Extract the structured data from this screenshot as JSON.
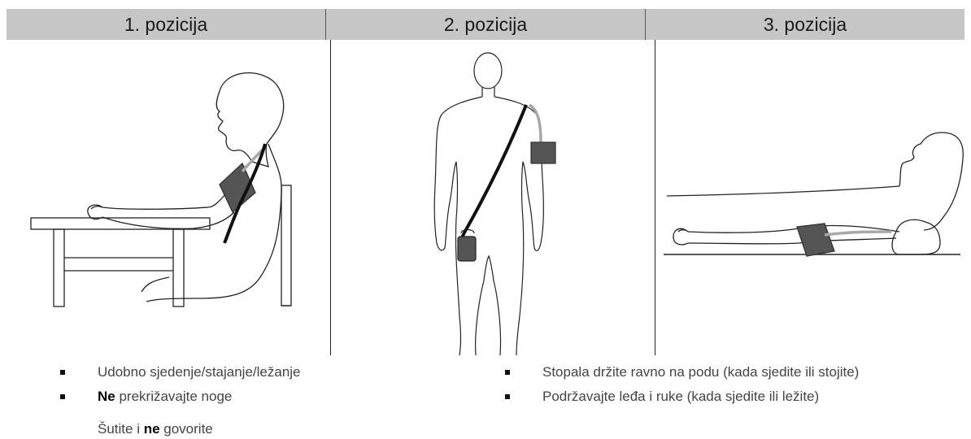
{
  "headers": [
    "1. pozicija",
    "2. pozicija",
    "3. pozicija"
  ],
  "panels": [
    {
      "illustration": "seated-arm-on-table"
    },
    {
      "illustration": "standing-with-shoulder-bag"
    },
    {
      "illustration": "lying-supine"
    }
  ],
  "left_bullets": {
    "item1": "Udobno sjedenje/stajanje/ležanje",
    "item2_bold": "Ne",
    "item2_rest": " prekrižavajte noge",
    "line3_pre": "Šutite i ",
    "line3_bold": "ne",
    "line3_post": " govorite"
  },
  "right_bullets": [
    "Stopala držite ravno na podu (kada sjedite ili stojite)",
    "Podržavajte leđa i ruke (kada sjedite ili ležite)"
  ],
  "colors": {
    "header_bg": "#c6c6c6",
    "cuff": "#555555",
    "tube": "#a8a8a8",
    "outline": "#222222"
  }
}
